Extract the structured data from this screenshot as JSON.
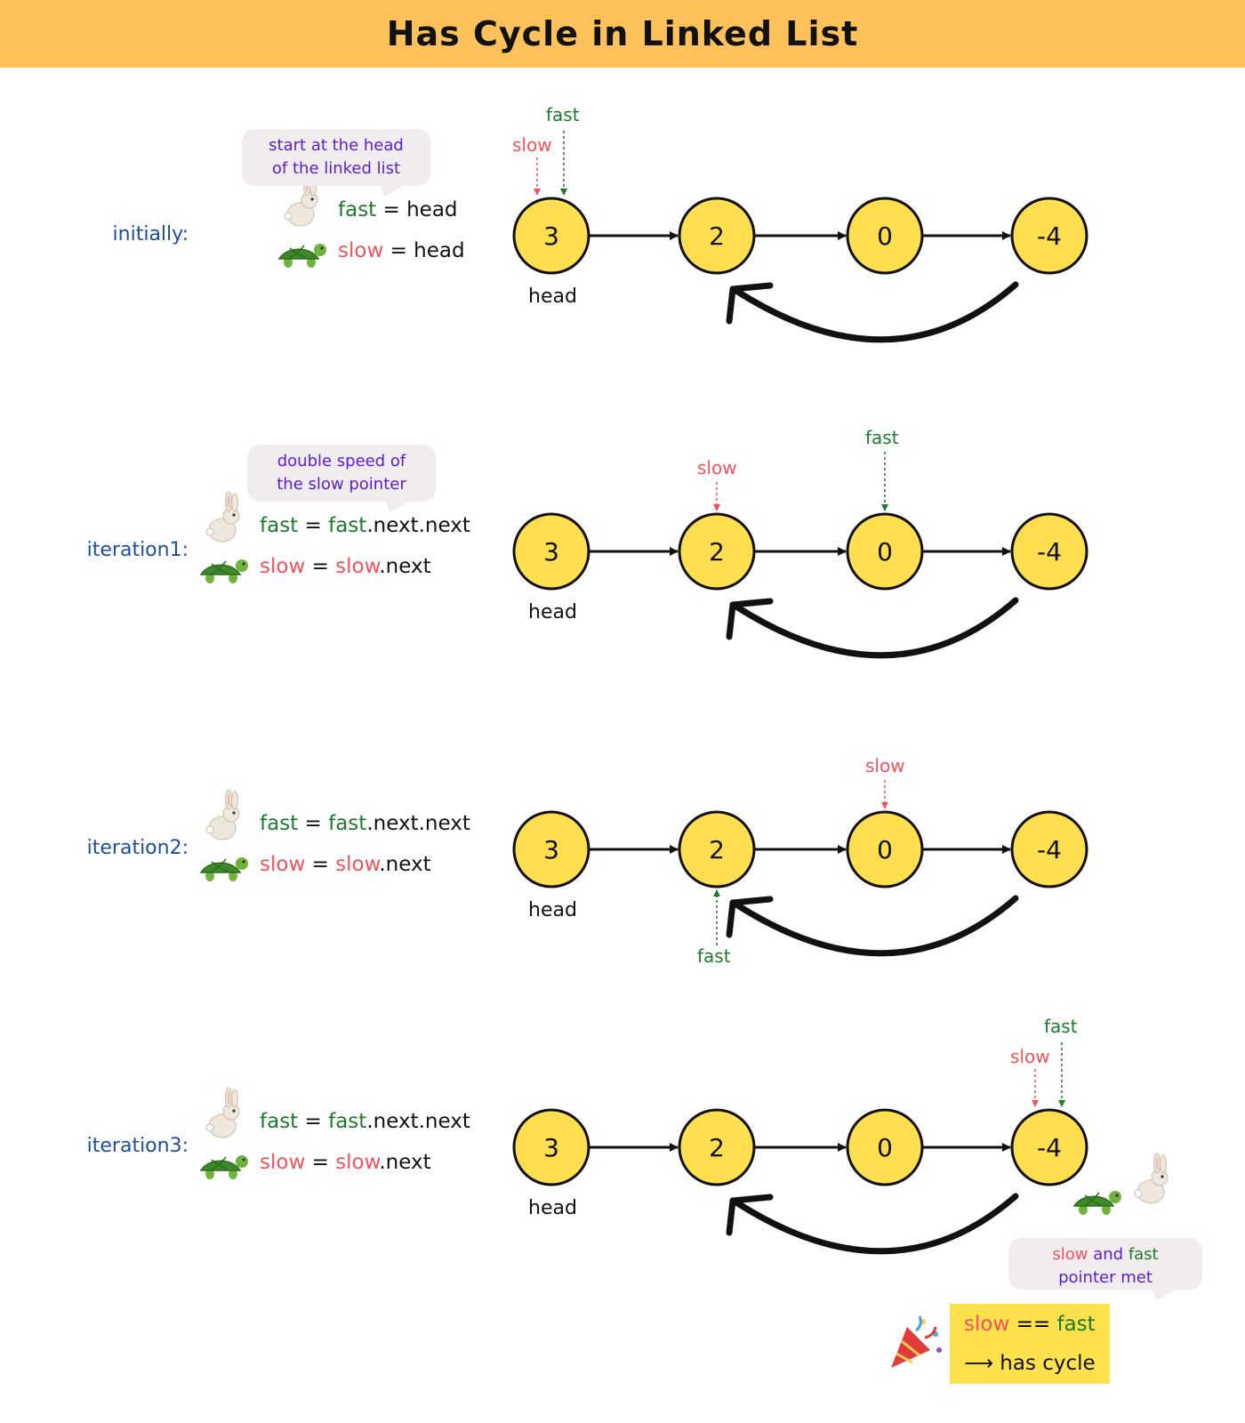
{
  "title": "Has Cycle in Linked List",
  "nodes": [
    "3",
    "2",
    "0",
    "-4"
  ],
  "head_label": "head",
  "pointers": {
    "fast": "fast",
    "slow": "slow"
  },
  "steps": [
    {
      "label": "initially:",
      "note": [
        "start at the head",
        "of the linked list"
      ],
      "fast_code": [
        "fast",
        " = head"
      ],
      "slow_code": [
        "slow",
        " = head"
      ]
    },
    {
      "label": "iteration1:",
      "note": [
        "double speed of",
        "the slow pointer"
      ],
      "fast_code": [
        "fast",
        " = ",
        "fast",
        ".next.next"
      ],
      "slow_code": [
        "slow",
        " = ",
        "slow",
        ".next"
      ]
    },
    {
      "label": "iteration2:",
      "fast_code": [
        "fast",
        " = ",
        "fast",
        ".next.next"
      ],
      "slow_code": [
        "slow",
        " = ",
        "slow",
        ".next"
      ]
    },
    {
      "label": "iteration3:",
      "fast_code": [
        "fast",
        " = ",
        "fast",
        ".next.next"
      ],
      "slow_code": [
        "slow",
        " = ",
        "slow",
        ".next"
      ]
    }
  ],
  "positions": [
    {
      "slow": "3",
      "fast": "3"
    },
    {
      "slow": "2",
      "fast": "0"
    },
    {
      "slow": "0",
      "fast": "2"
    },
    {
      "slow": "-4",
      "fast": "-4"
    }
  ],
  "meet_note": [
    "slow",
    " and ",
    "fast",
    "pointer met"
  ],
  "result": {
    "line1": [
      "slow",
      " == ",
      "fast"
    ],
    "line2": "⟶ has cycle"
  },
  "colors": {
    "title_bg": "#ffc15a",
    "node_fill": "#ffdf4f",
    "fast": "#1e7a2c",
    "slow": "#f0535c",
    "step_label": "#1f4e9e",
    "note_text": "#5b1ec9",
    "result_bg": "#ffe14d"
  },
  "icons": {
    "fast": "rabbit-icon",
    "slow": "turtle-icon",
    "celebrate": "party-popper-icon"
  }
}
